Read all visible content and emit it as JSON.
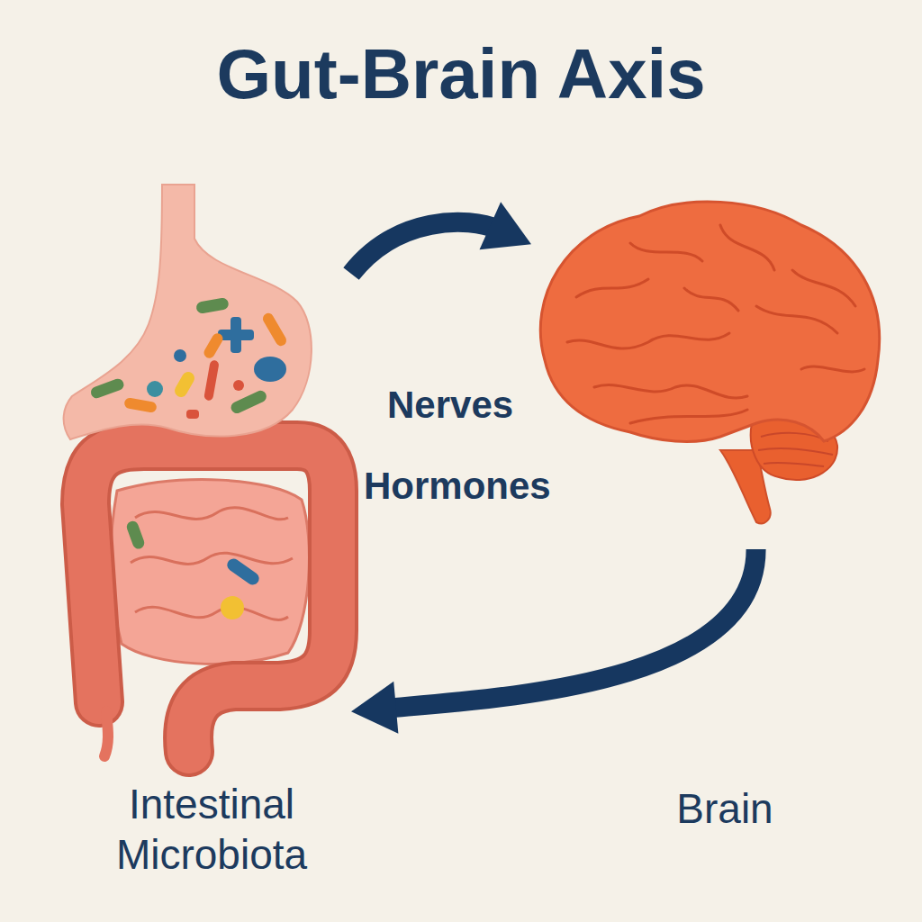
{
  "diagram": {
    "title": "Gut-Brain Axis",
    "nodes": [
      {
        "text": [
          "Intestinal Microbiota"
        ]
      },
      {
        "text": [
          "Brain"
        ]
      }
    ],
    "edges": [
      {
        "from": 0,
        "to": 1,
        "arrow": "to"
      },
      {
        "from": 1,
        "to": 0,
        "arrow": "to"
      }
    ],
    "labels": [
      "Nerves",
      "Hormones"
    ]
  }
}
